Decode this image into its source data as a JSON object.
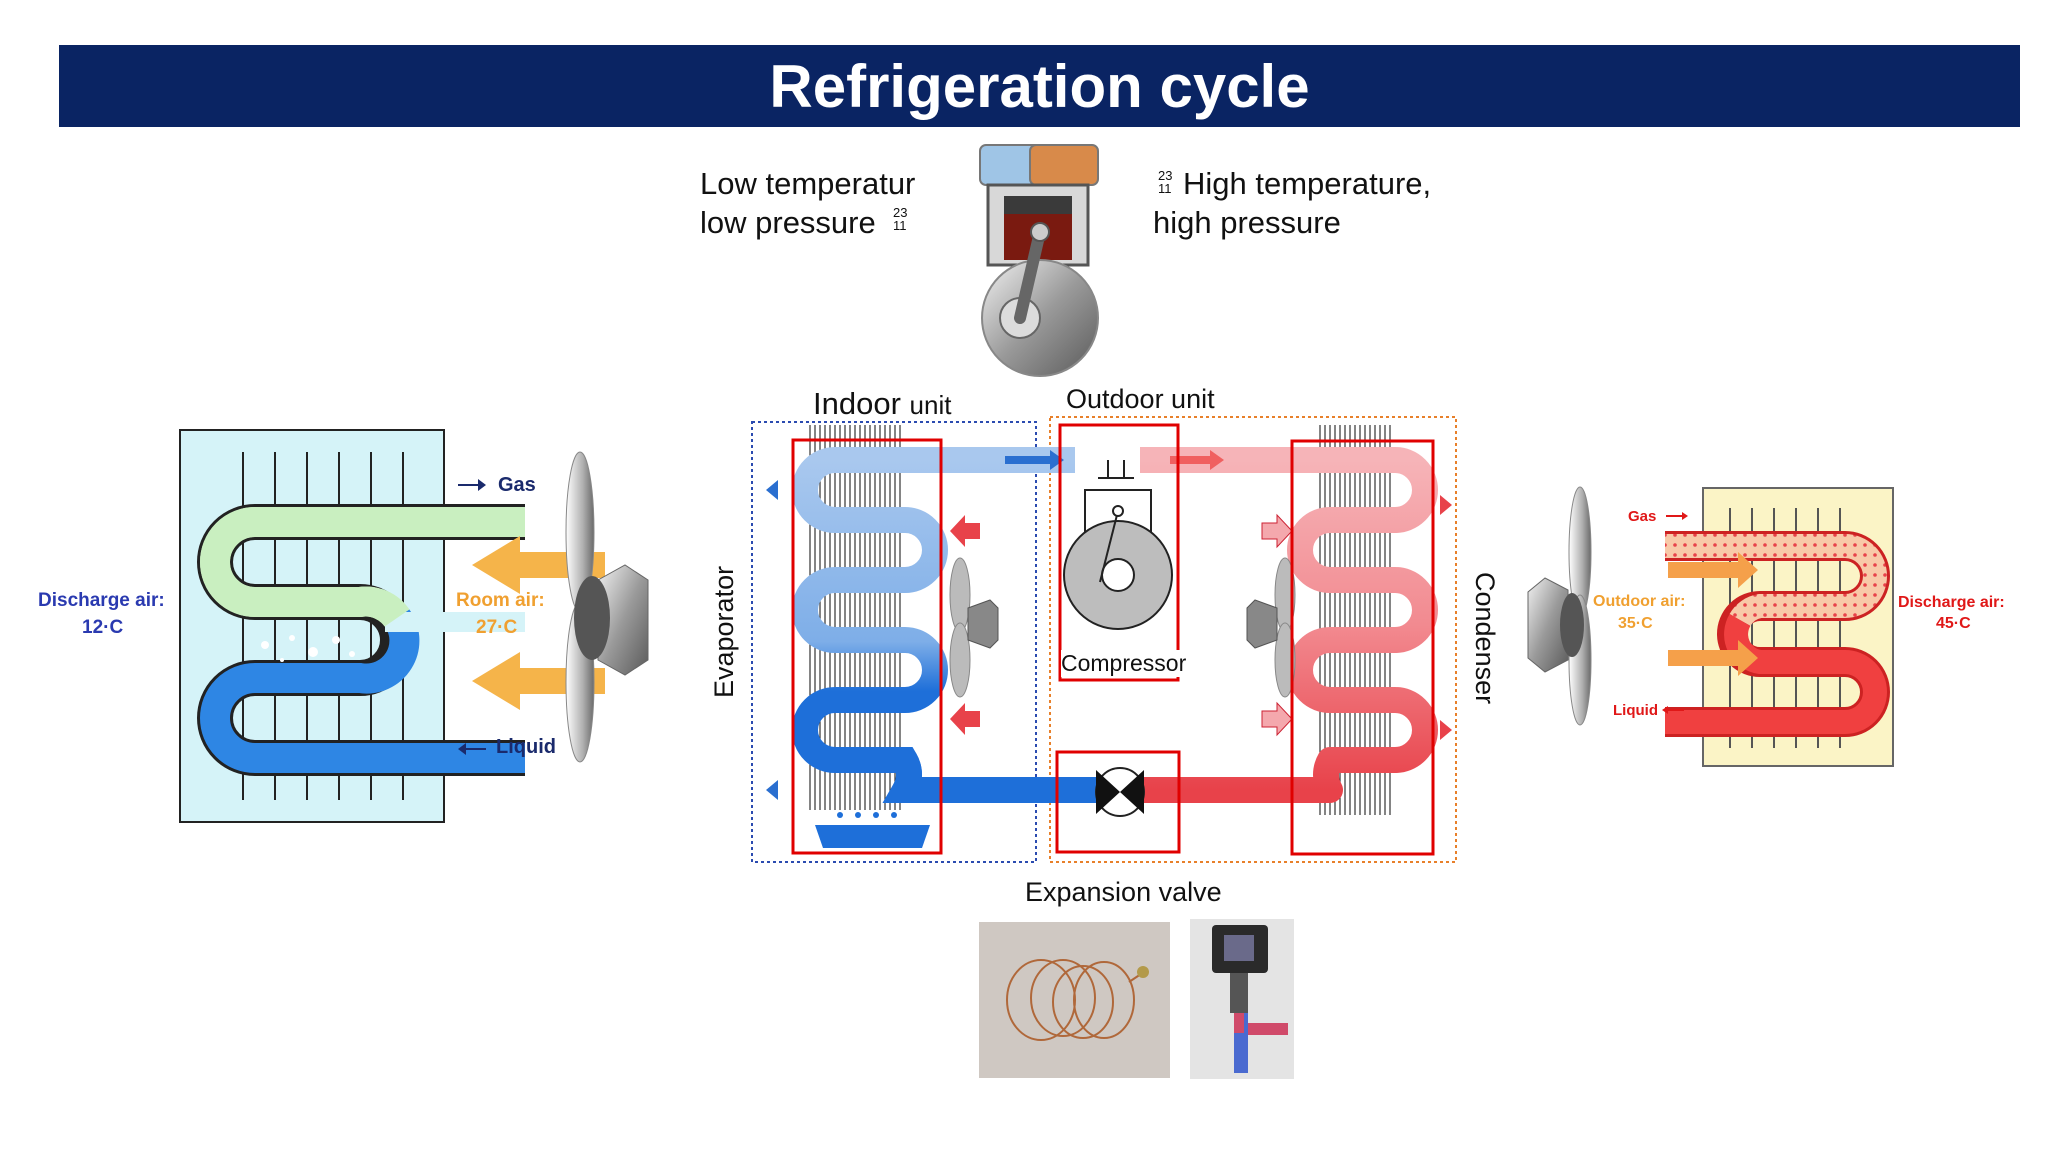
{
  "title": "Refrigeration cycle",
  "compressor_labels": {
    "low_line1": "Low temperatur",
    "low_line2": "low pressure",
    "high_line1": "High temperature,",
    "high_line2": "high pressure",
    "footnote": "23\n11"
  },
  "evaporator_detail": {
    "gas": "Gas",
    "liquid": "Liquid",
    "room_air": "Room air:",
    "room_temp": "27·C",
    "discharge_air": "Discharge air:",
    "discharge_temp": "12·C"
  },
  "condenser_detail": {
    "gas": "Gas",
    "liquid": "Liquid",
    "outdoor_air": "Outdoor air:",
    "outdoor_temp": "35·C",
    "discharge_air": "Discharge air:",
    "discharge_temp": "45·C"
  },
  "main_diagram": {
    "indoor_unit": "Indoor",
    "indoor_unit_suffix": "unit",
    "outdoor_unit": "Outdoor unit",
    "evaporator": "Evaporator",
    "condenser": "Condenser",
    "compressor": "Compressor",
    "expansion_valve": "Expansion valve"
  },
  "colors": {
    "title_bg": "#0a2463",
    "cold": "#1e6fd9",
    "cold_light": "#a9c8ee",
    "hot": "#e8424a",
    "hot_light": "#f6b4b8",
    "highlight_box": "#e00000",
    "indoor_border": "#2b4bb0",
    "outdoor_border": "#e8802a",
    "air_arrow": "#f5b44a"
  }
}
